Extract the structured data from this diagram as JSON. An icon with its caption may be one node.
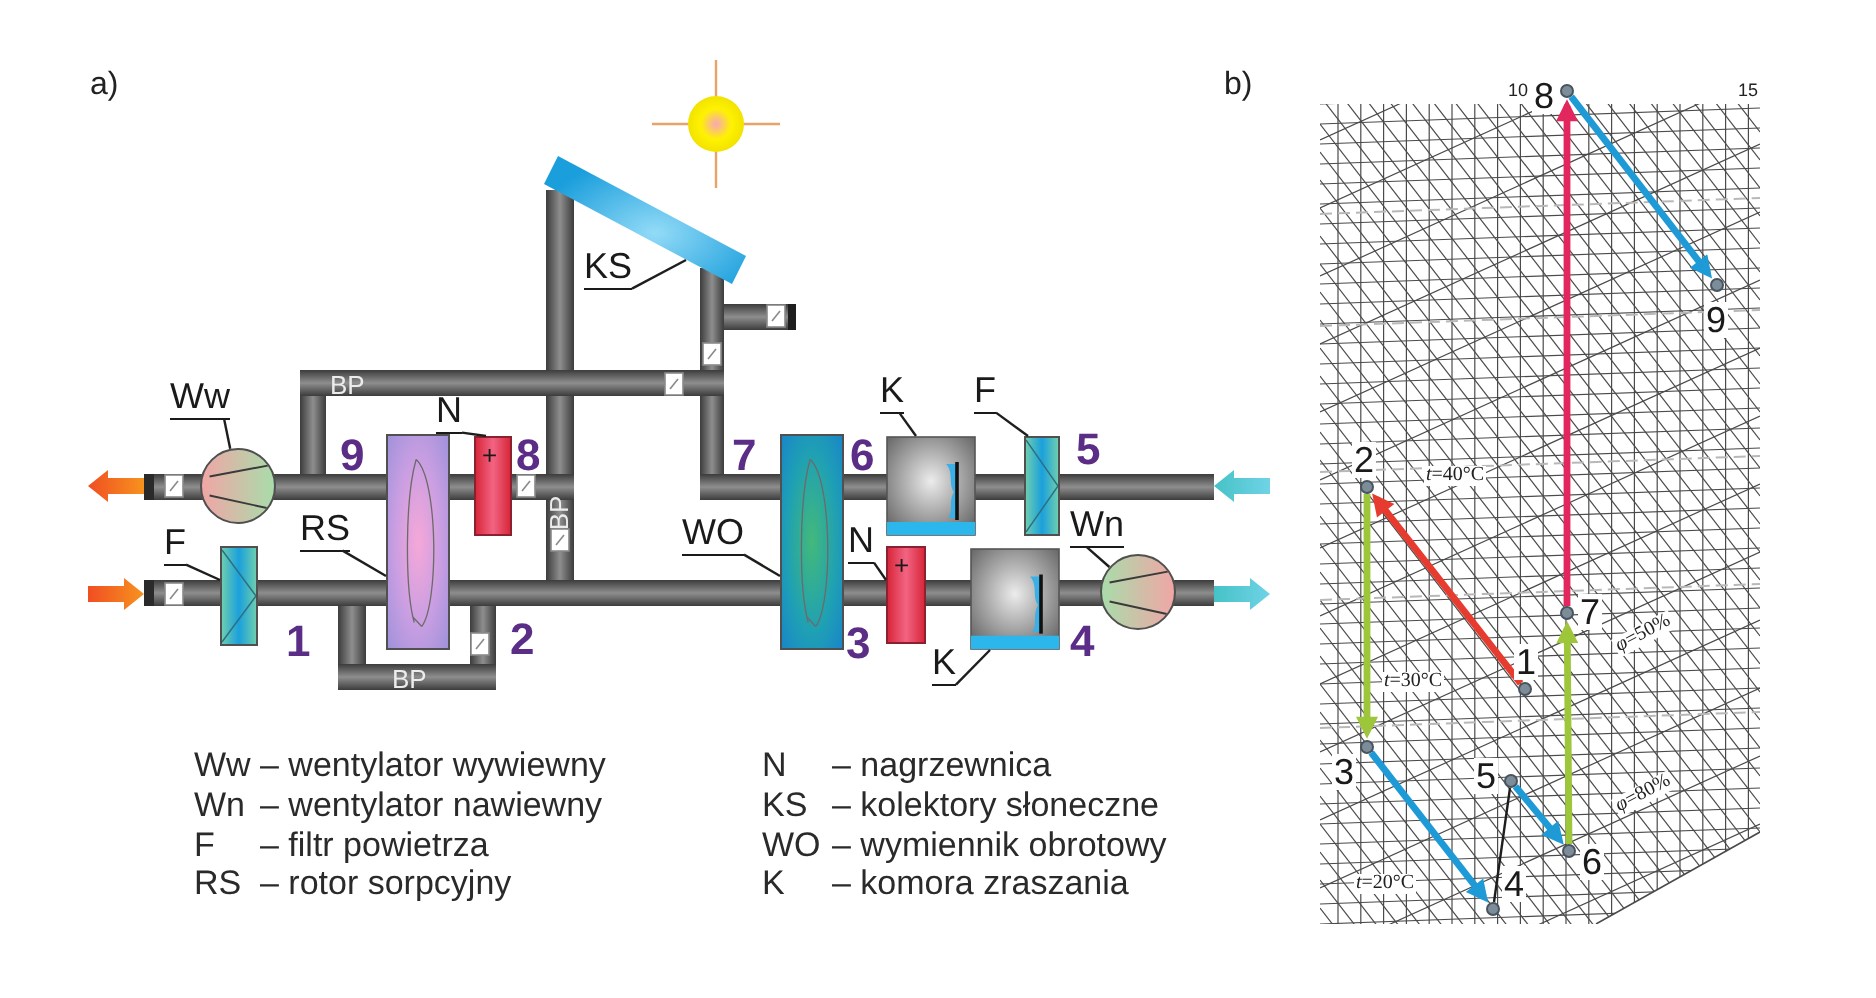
{
  "diagram": {
    "nodes": [
      {
        "text": [
          "Ww"
        ]
      },
      {
        "text": [],
        "shape": "circle"
      },
      {
        "text": [
          "F"
        ]
      },
      {
        "text": [],
        "shape": "box"
      },
      {
        "text": [
          "RS"
        ]
      },
      {
        "text": [],
        "shape": "box"
      },
      {
        "text": [
          "N"
        ]
      },
      {
        "text": [
          "+"
        ]
      },
      {
        "text": [
          "KS"
        ]
      },
      {
        "text": [],
        "shape": "bar"
      },
      {
        "text": [
          "WO"
        ]
      },
      {
        "text": [],
        "shape": "box"
      },
      {
        "text": [
          "K"
        ]
      },
      {
        "text": [],
        "shape": "box"
      },
      {
        "text": [
          "F"
        ]
      },
      {
        "text": [],
        "shape": "box"
      },
      {
        "text": [
          "N"
        ]
      },
      {
        "text": [
          "+"
        ]
      },
      {
        "text": [
          "Wn"
        ]
      },
      {
        "text": [],
        "shape": "circle"
      },
      {
        "text": [
          "K"
        ]
      },
      {
        "text": [],
        "shape": "box"
      },
      {
        "text": [],
        "shape": "circle",
        "beside": [
          "1"
        ]
      },
      {
        "text": [],
        "shape": "circle",
        "beside": [
          "2"
        ]
      },
      {
        "text": [],
        "shape": "circle",
        "beside": [
          "3"
        ]
      },
      {
        "text": [],
        "shape": "circle",
        "beside": [
          "4"
        ]
      },
      {
        "text": [],
        "shape": "circle",
        "beside": [
          "5"
        ]
      },
      {
        "text": [],
        "shape": "circle",
        "beside": [
          "6"
        ]
      },
      {
        "text": [],
        "shape": "circle",
        "beside": [
          "7"
        ]
      },
      {
        "text": [],
        "shape": "circle",
        "beside": [
          "8"
        ]
      },
      {
        "text": [],
        "shape": "circle",
        "beside": [
          "9"
        ]
      }
    ],
    "edges": [
      {
        "from": 0,
        "to": 1,
        "arrow": "none"
      },
      {
        "from": 2,
        "to": 3,
        "arrow": "none"
      },
      {
        "from": 4,
        "to": 5,
        "arrow": "none"
      },
      {
        "from": 6,
        "to": 7,
        "arrow": "none"
      },
      {
        "from": 8,
        "to": 9,
        "arrow": "none"
      },
      {
        "from": 10,
        "to": 11,
        "arrow": "none"
      },
      {
        "from": 12,
        "to": 13,
        "arrow": "none"
      },
      {
        "from": 14,
        "to": 15,
        "arrow": "none"
      },
      {
        "from": 16,
        "to": 17,
        "arrow": "none"
      },
      {
        "from": 18,
        "to": 19,
        "arrow": "none"
      },
      {
        "from": 20,
        "to": 21,
        "arrow": "none"
      },
      {
        "from": 22,
        "to": 23,
        "arrow": "to",
        "style": "thick",
        "color": "#e63b2e"
      },
      {
        "from": 23,
        "to": 24,
        "arrow": "to",
        "style": "thick",
        "color": "#9dc63b"
      },
      {
        "from": 24,
        "to": 25,
        "arrow": "to",
        "style": "thick",
        "color": "#1e9ad6"
      },
      {
        "from": 26,
        "to": 27,
        "arrow": "to",
        "style": "thick",
        "color": "#1e9ad6"
      },
      {
        "from": 27,
        "to": 28,
        "arrow": "to",
        "style": "thick",
        "color": "#9dc63b"
      },
      {
        "from": 28,
        "to": 29,
        "arrow": "to",
        "style": "thick",
        "color": "#e2265e"
      },
      {
        "from": 29,
        "to": 30,
        "arrow": "to",
        "style": "thick",
        "color": "#1e9ad6"
      },
      {
        "from": 26,
        "to": 25,
        "arrow": "none"
      }
    ],
    "labels": [
      "a)",
      "BP",
      "9",
      "8",
      "BP",
      "7",
      "6",
      "5",
      "1",
      "2",
      "BP",
      "3",
      "4",
      "Ww",
      "– wentylator wywiewny",
      "Wn",
      "– wentylator nawiewny",
      "F",
      "– filtr powietrza",
      "RS",
      "– rotor sorpcyjny",
      "N",
      "– nagrzewnica",
      "KS",
      "– kolektory słoneczne",
      "WO",
      "– wymiennik obrotowy",
      "K",
      "– komora zraszania",
      "b)",
      "10",
      "15",
      "*t*=40°C",
      "*t*=30°C",
      "*t*=20°C",
      "*φ*=50%",
      "*φ*=80%"
    ]
  }
}
